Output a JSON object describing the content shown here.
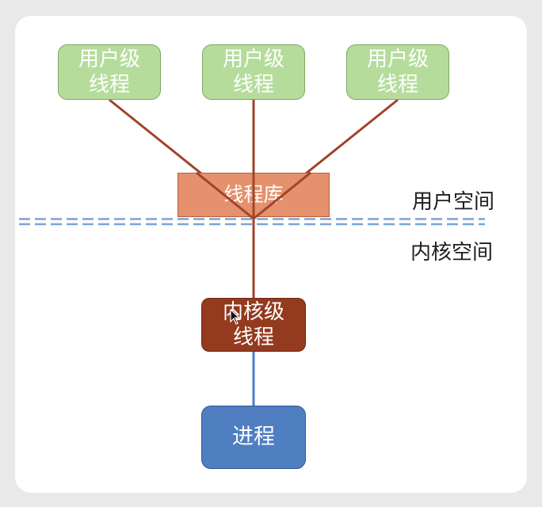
{
  "diagram": {
    "user_threads": [
      {
        "line1": "用户级",
        "line2": "线程"
      },
      {
        "line1": "用户级",
        "line2": "线程"
      },
      {
        "line1": "用户级",
        "line2": "线程"
      }
    ],
    "thread_library": "线程库",
    "user_space_label": "用户空间",
    "kernel_space_label": "内核空间",
    "kernel_thread": {
      "line1": "内核级",
      "line2": "线程"
    },
    "process": "进程",
    "colors": {
      "user_thread_fill": "#b6dc9c",
      "thread_library_fill": "#e5916d",
      "kernel_thread_fill": "#943a1f",
      "process_fill": "#4f7ec1",
      "connector_brown": "#a0452b",
      "connector_blue": "#4f7ec1",
      "divider_blue": "#7ba4d6"
    }
  }
}
